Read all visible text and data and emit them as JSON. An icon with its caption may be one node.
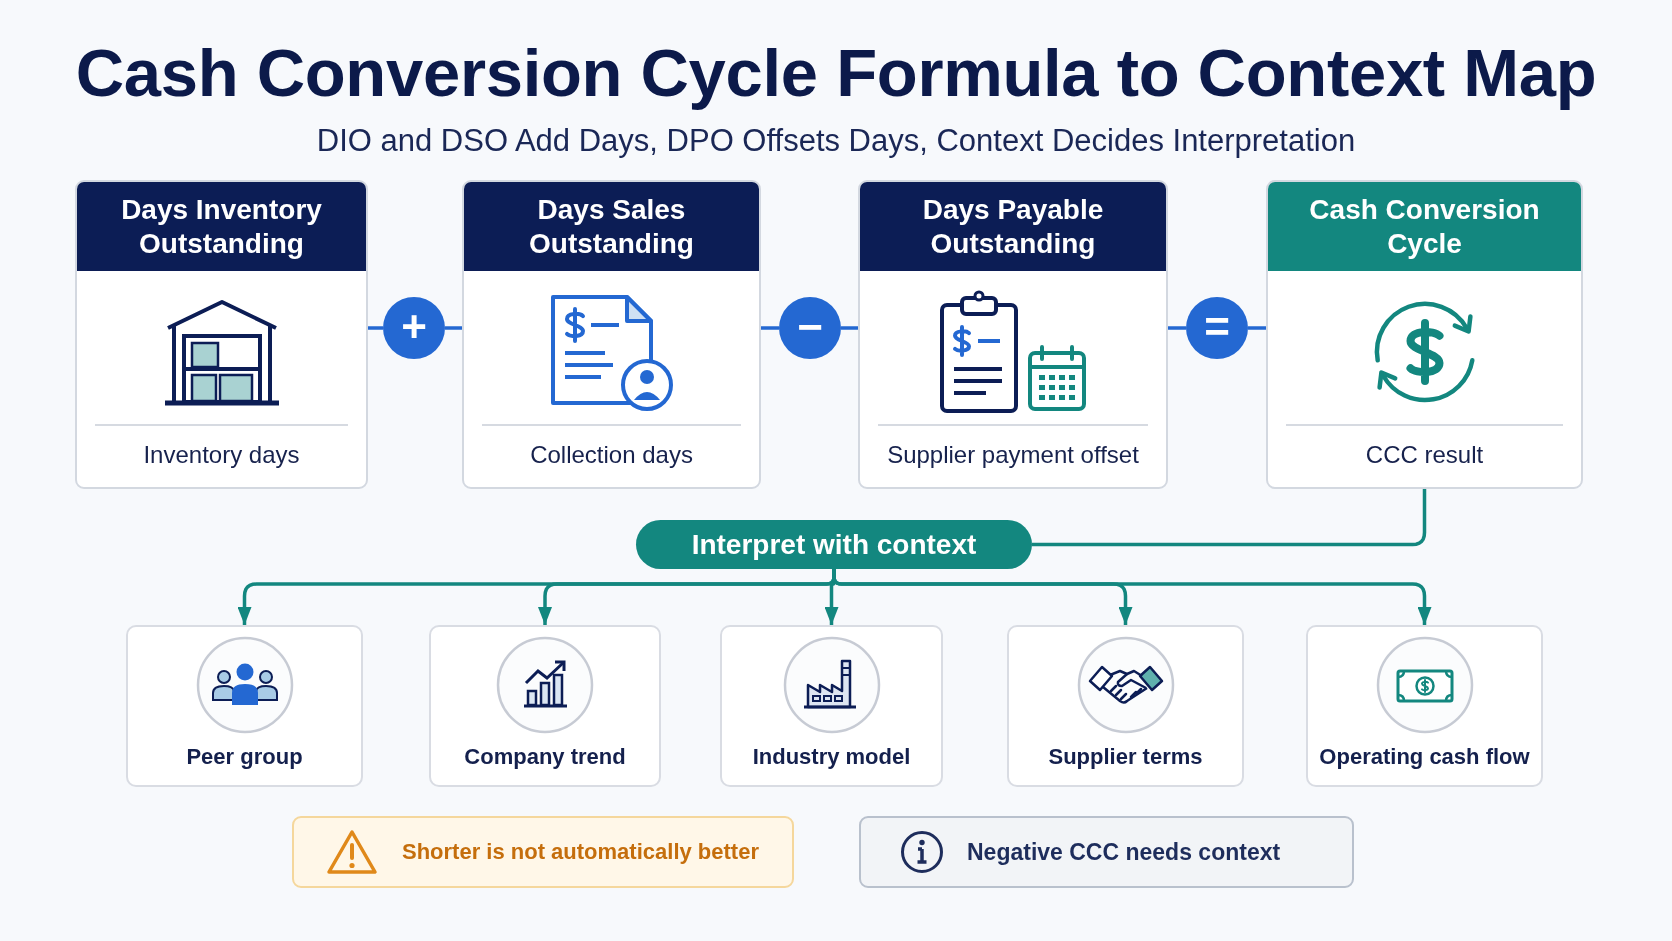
{
  "diagram": {
    "title": "Cash Conversion Cycle Formula to Context Map",
    "nodes": [
      {
        "text": [
          "Days Inventory Outstanding",
          "Inventory days"
        ]
      },
      {
        "text": [
          "+"
        ]
      },
      {
        "text": [
          "Days Sales Outstanding",
          "Collection days"
        ]
      },
      {
        "text": [
          "−"
        ]
      },
      {
        "text": [
          "Days Payable Outstanding",
          "Supplier payment offset"
        ]
      },
      {
        "text": [
          "="
        ]
      },
      {
        "text": [
          "Cash Conversion Cycle",
          "CCC result"
        ]
      },
      {
        "text": [
          "Interpret with context"
        ]
      },
      {
        "text": [
          "Peer group"
        ]
      },
      {
        "text": [
          "Company trend"
        ]
      },
      {
        "text": [
          "Industry model"
        ]
      },
      {
        "text": [
          "Supplier terms"
        ]
      },
      {
        "text": [
          "Operating cash flow"
        ]
      },
      {
        "text": [
          "Shorter is not automatically better"
        ]
      },
      {
        "text": [
          "Negative CCC needs context"
        ]
      }
    ],
    "edges": [
      {
        "from": 0,
        "to": 1,
        "arrow": "none"
      },
      {
        "from": 1,
        "to": 2,
        "arrow": "none"
      },
      {
        "from": 2,
        "to": 3,
        "arrow": "none"
      },
      {
        "from": 3,
        "to": 4,
        "arrow": "none"
      },
      {
        "from": 4,
        "to": 5,
        "arrow": "none"
      },
      {
        "from": 5,
        "to": 6,
        "arrow": "none"
      },
      {
        "from": 6,
        "to": 7,
        "arrow": "none",
        "color": "#13877f"
      },
      {
        "from": 7,
        "to": 8,
        "arrow": "to",
        "color": "#13877f"
      },
      {
        "from": 7,
        "to": 9,
        "arrow": "to",
        "color": "#13877f"
      },
      {
        "from": 7,
        "to": 10,
        "arrow": "to",
        "color": "#13877f"
      },
      {
        "from": 7,
        "to": 11,
        "arrow": "to",
        "color": "#13877f"
      },
      {
        "from": 7,
        "to": 12,
        "arrow": "to",
        "color": "#13877f"
      }
    ],
    "labels": [
      "DIO and DSO Add Days, DPO Offsets Days, Context Decides Interpretation"
    ]
  }
}
